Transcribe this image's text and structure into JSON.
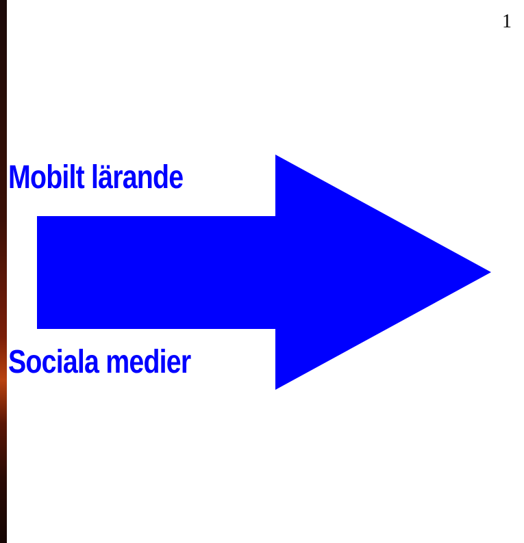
{
  "slide": {
    "page_number": "1",
    "label_top": "Mobilt lärande",
    "label_bottom": "Sociala medier"
  },
  "colors": {
    "arrow": "#0000ff",
    "label": "#0000ff",
    "background": "#ffffff"
  },
  "icons": {
    "arrow": "right-arrow-icon"
  }
}
